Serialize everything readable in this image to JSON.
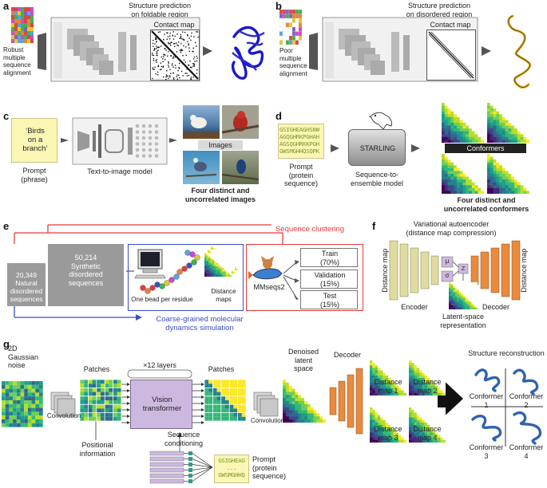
{
  "panels": {
    "a": {
      "label": "a",
      "title_line1": "Structure prediction",
      "title_line2": "on foldable region",
      "map_label": "Contact map",
      "msa_caption": [
        "Robust",
        "multiple",
        "sequence",
        "alignment"
      ]
    },
    "b": {
      "label": "b",
      "title_line1": "Structure prediction",
      "title_line2": "on disordered region",
      "map_label": "Contact map",
      "msa_caption": [
        "Poor",
        "multiple",
        "sequence",
        "alignment"
      ]
    },
    "c": {
      "label": "c",
      "prompt_text": [
        "‘Birds",
        "on a",
        "branch’"
      ],
      "prompt_caption": [
        "Prompt",
        "(phrase)"
      ],
      "model_caption": "Text-to-image model",
      "images_label": "Images",
      "output_caption": [
        "Four distinct and",
        "uncorrelated images"
      ]
    },
    "d": {
      "label": "d",
      "sequence_lines": [
        "GSIGHEAGHSNW",
        "AGQGHRKPGHAH",
        "AGSQGHRKKPGH",
        "GWSMGHHQSQPK"
      ],
      "prompt_caption": [
        "Prompt",
        "(protein",
        "sequence)"
      ],
      "model_name": "STARLING",
      "model_caption": [
        "Sequence-to-",
        "ensemble model"
      ],
      "conformers_label": "Conformers",
      "output_caption": [
        "Four distinct and",
        "uncorrelated conformers"
      ]
    },
    "e": {
      "label": "e",
      "natural_count": "20,349",
      "natural_label": [
        "Natural",
        "disordered",
        "sequences"
      ],
      "synthetic_count": "50,214",
      "synthetic_label": [
        "Synthetic",
        "disordered",
        "sequences"
      ],
      "bead_caption": "One bead per residue",
      "maps_caption": [
        "Distance",
        "maps"
      ],
      "clustering_label": "Sequence clustering",
      "tool_name": "MMseqs2",
      "splits": [
        {
          "name": "Train",
          "pct": "(70%)"
        },
        {
          "name": "Validation",
          "pct": "(15%)"
        },
        {
          "name": "Test",
          "pct": "(15%)"
        }
      ],
      "simulation_label": [
        "Coarse-grained molecular",
        "dynamics simulation"
      ]
    },
    "f": {
      "label": "f",
      "title": [
        "Variational autoencoder",
        "(distance map compression)"
      ],
      "input_label": "Distance map",
      "output_label": "Distance map",
      "mu": "μ",
      "sigma": "σ",
      "z": "Z",
      "encoder_label": "Encoder",
      "decoder_label": "Decoder",
      "latent_label": [
        "Latent-space",
        "representation"
      ]
    },
    "g": {
      "label": "g",
      "noise_label": [
        "2D",
        "Gaussian",
        "noise"
      ],
      "patches_in_label": "Patches",
      "layers_label": "×12 layers",
      "patches_out_label": "Patches",
      "conv_label_1": "Convolution",
      "conv_label_2": "Convolution",
      "vit_label": [
        "Vision",
        "transformer"
      ],
      "positional_label": [
        "Positional",
        "information"
      ],
      "conditioning_label": [
        "Sequence",
        "conditioning"
      ],
      "latent_label": [
        "Denoised",
        "latent",
        "space"
      ],
      "decoder_label": "Decoder",
      "distance_maps": [
        "Distance map 1",
        "Distance map 2",
        "Distance map 3",
        "Distance map 4"
      ],
      "reconstruction_label": "Structure reconstruction",
      "conformers": [
        [
          "Conformer",
          "1"
        ],
        [
          "Conformer",
          "2"
        ],
        [
          "Conformer",
          "3"
        ],
        [
          "Conformer",
          "4"
        ]
      ],
      "prompt_seq": [
        "GSIGHEAG",
        "...",
        "GWSMGHHQ"
      ],
      "prompt_caption": [
        "Prompt",
        "(protein",
        "sequence)"
      ]
    }
  },
  "colors": {
    "prompt_yellow": "#fbf6b4",
    "red_line": "#e63b3b",
    "blue_line": "#3a4ec7",
    "encoder": "#e0dca0",
    "decoder": "#e98a3d",
    "vit": "#cdb9df",
    "protein_blue": "#1a1acc"
  }
}
